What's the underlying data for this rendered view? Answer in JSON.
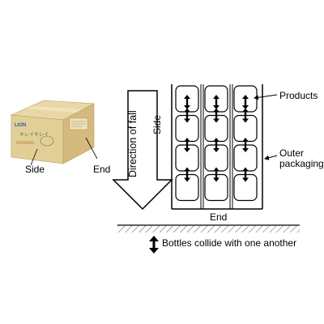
{
  "labels": {
    "products": "Products",
    "outer_packaging": "Outer packaging",
    "side_diagram": "Side",
    "end_diagram": "End",
    "side_photo": "Side",
    "end_photo": "End",
    "direction_of_fall": "Direction of fall",
    "bottles_collide": "Bottles collide with one another"
  },
  "box": {
    "brand": "LION",
    "product_text": "キレイキレイ"
  },
  "colors": {
    "box_top": "#e8d8a6",
    "box_front": "#d8c28a",
    "box_side": "#c9ae72",
    "lines": "#000000",
    "ground_hatch": "#555555"
  },
  "bottle_grid": {
    "columns": 3,
    "rows": 4
  },
  "icons": {
    "fall_arrow": "hollow-down-arrow",
    "collision_arrow": "double-headed-vertical-arrow"
  }
}
